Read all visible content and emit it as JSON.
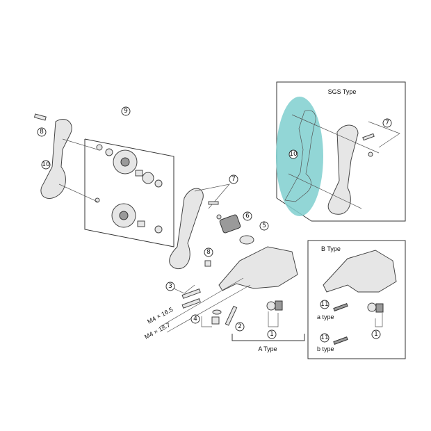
{
  "callouts": {
    "main": {
      "c9": "9",
      "c8a": "8",
      "c10": "10",
      "c7": "7",
      "c6": "6",
      "c5": "5",
      "c8b": "8",
      "c3": "3",
      "c4": "4",
      "c2": "2",
      "c1": "1"
    },
    "sgs": {
      "c7": "7",
      "c10": "10"
    },
    "btype": {
      "c11a": "11",
      "c11b": "11",
      "c1": "1"
    }
  },
  "labels": {
    "sgs_title": "SGS Type",
    "btype_title": "B Type",
    "atype": "A Type",
    "a_type": "a type",
    "b_type": "b type",
    "bolt1": "M4 × 16.5",
    "bolt2": "M4 × 18.7"
  },
  "colors": {
    "highlight": "#7fcfcf",
    "line": "#333333"
  }
}
